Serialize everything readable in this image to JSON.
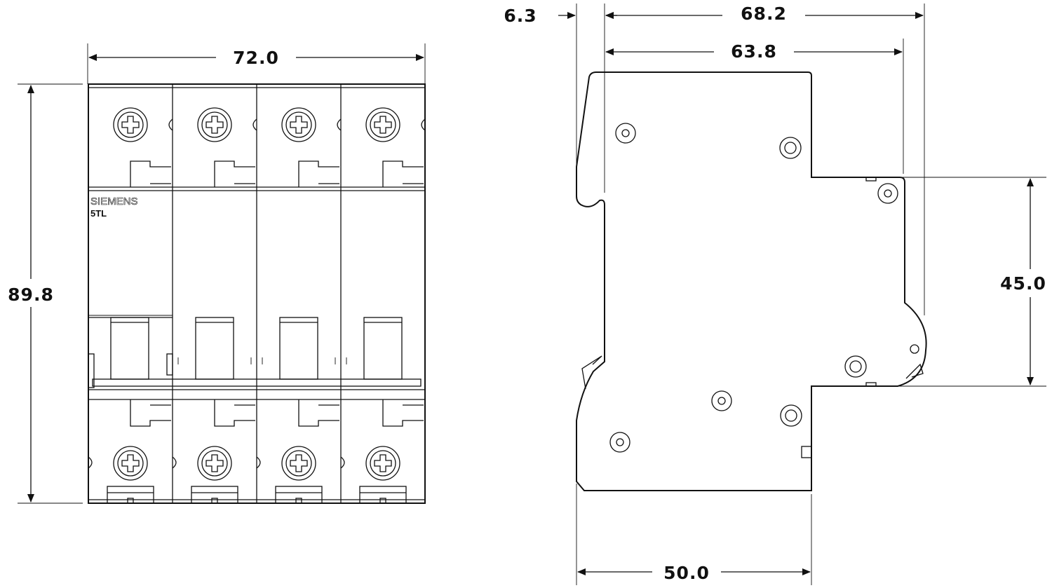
{
  "front_view": {
    "width_label": "72.0",
    "height_label": "89.8",
    "brand": "SIEMENS",
    "model": "5TL",
    "poles": 4
  },
  "side_view": {
    "offset_label": "6.3",
    "depth_label": "68.2",
    "depth_inner_label": "63.8",
    "rail_height_label": "45.0",
    "base_width_label": "50.0"
  },
  "colors": {
    "line": "#111111",
    "background": "#ffffff"
  }
}
